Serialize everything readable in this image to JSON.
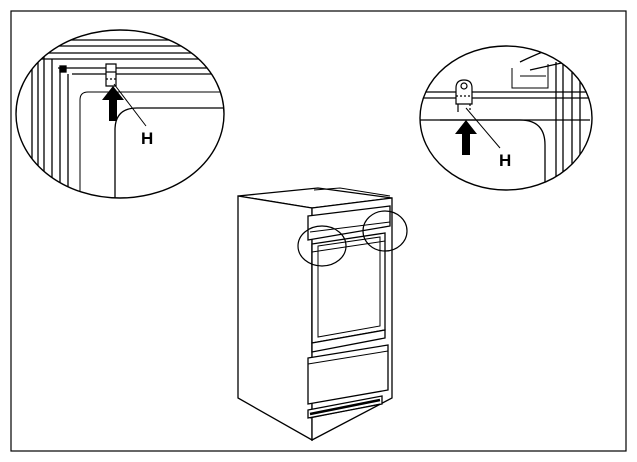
{
  "figure": {
    "callouts": [
      {
        "id": "left-detail",
        "label": "H"
      },
      {
        "id": "right-detail",
        "label": "H"
      }
    ],
    "colors": {
      "line": "#000000",
      "background": "#ffffff"
    }
  }
}
